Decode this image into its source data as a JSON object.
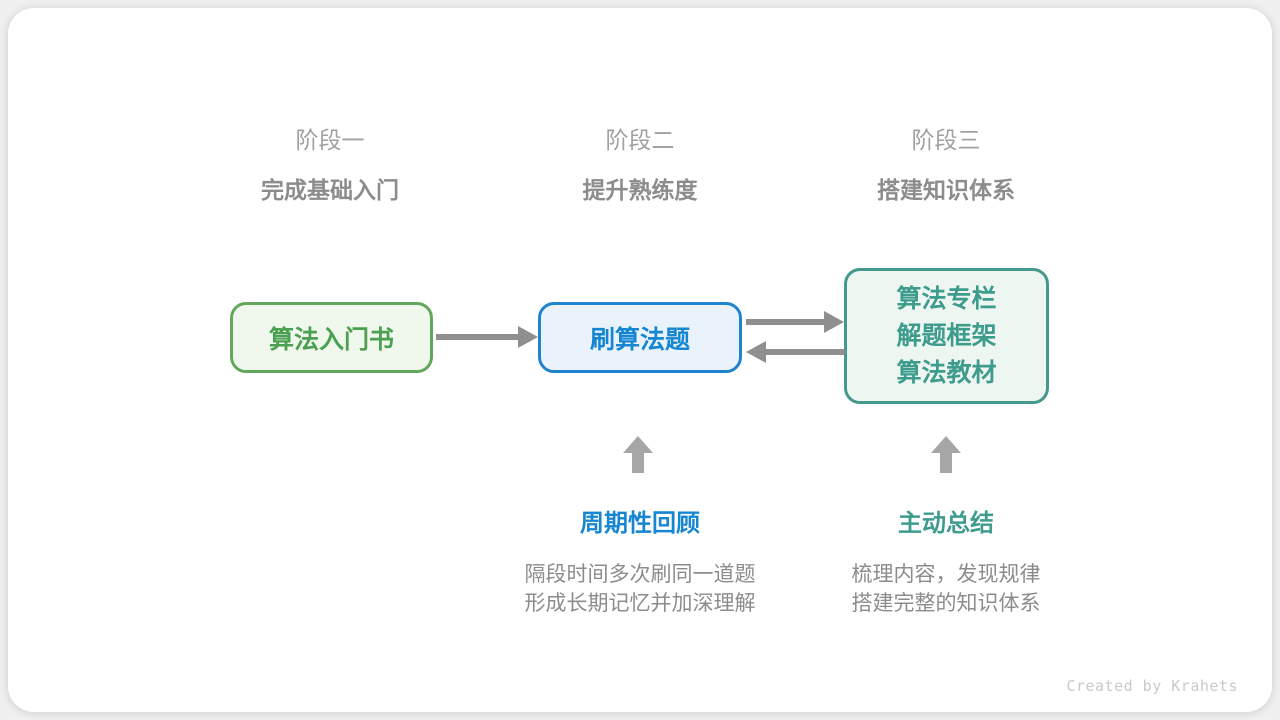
{
  "watermark": "Created by Krahets",
  "stages": [
    {
      "title": "阶段一",
      "subtitle": "完成基础入门"
    },
    {
      "title": "阶段二",
      "subtitle": "提升熟练度"
    },
    {
      "title": "阶段三",
      "subtitle": "搭建知识体系"
    }
  ],
  "nodes": [
    {
      "label": "算法入门书",
      "text_color": "#4ba151",
      "border_color": "#63a75c",
      "fill_color": "#f0f7ec"
    },
    {
      "label": "刷算法题",
      "text_color": "#1686d3",
      "border_color": "#1f83d0",
      "fill_color": "#eaf3fb"
    },
    {
      "lines": [
        "算法专栏",
        "解题框架",
        "算法教材"
      ],
      "text_color": "#3e9c8d",
      "border_color": "#43998b",
      "fill_color": "#eef6f2"
    }
  ],
  "annotations": [
    {
      "title": "周期性回顾",
      "title_color": "#1686d3",
      "lines": [
        "隔段时间多次刷同一道题",
        "形成长期记忆并加深理解"
      ]
    },
    {
      "title": "主动总结",
      "title_color": "#3e9c8d",
      "lines": [
        "梳理内容，发现规律",
        "搭建完整的知识体系"
      ]
    }
  ],
  "colors": {
    "page_background": "#f0f0f0",
    "card_background": "#ffffff",
    "stage_title_gray": "#a1a1a1",
    "stage_subtitle_gray": "#8c8c8c",
    "description_gray": "#8c8c8c",
    "connector_arrow_gray": "#8f8f8f",
    "up_arrow_gray": "#a6a6a6",
    "watermark_gray": "#c9c9c9"
  }
}
